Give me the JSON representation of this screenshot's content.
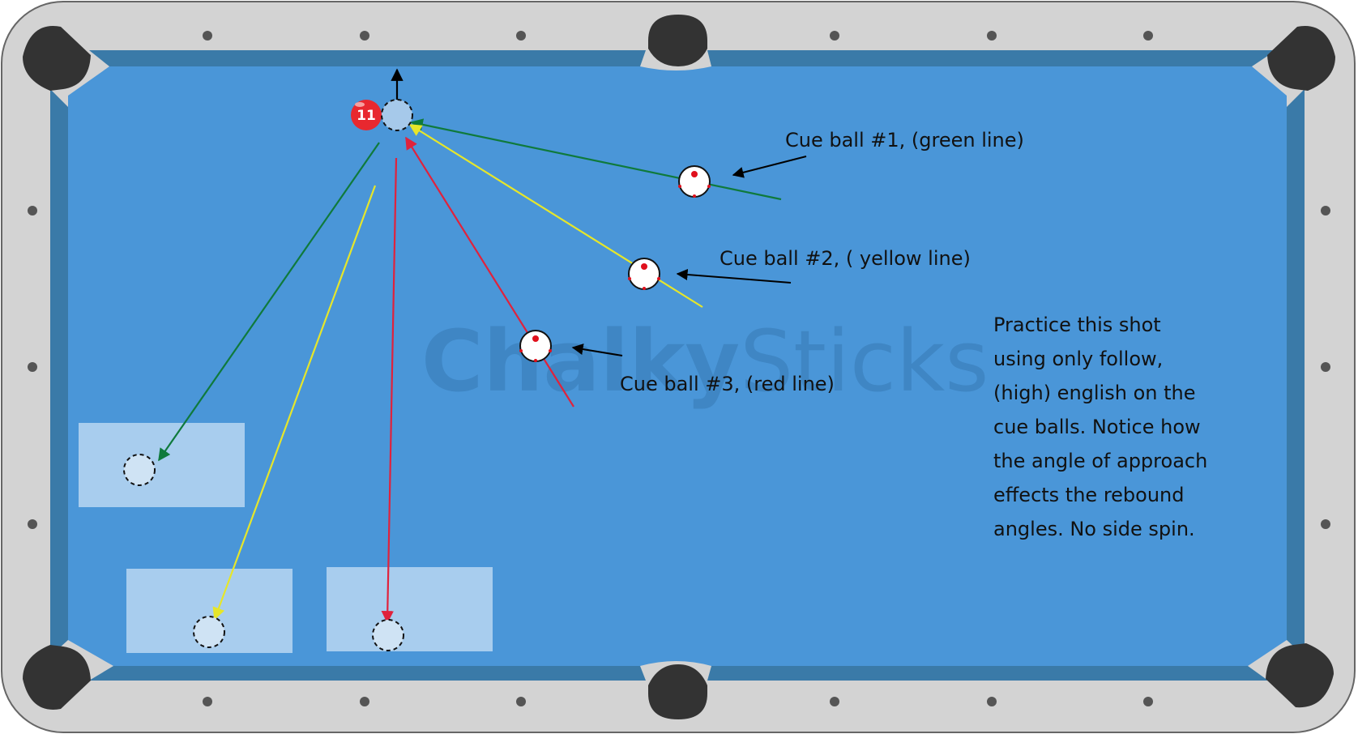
{
  "watermark": {
    "part1": "Chalky",
    "part2": "Sticks"
  },
  "object_ball": {
    "number": "11"
  },
  "labels": {
    "cue1": "Cue ball #1, (green line)",
    "cue2": "Cue ball #2, ( yellow line)",
    "cue3": "Cue ball #3, (red line)"
  },
  "practice_note": [
    "Practice this shot",
    "using only follow,",
    "(high) english on the",
    "cue balls. Notice how",
    "the angle of approach",
    "effects the rebound",
    "angles. No side spin."
  ],
  "colors": {
    "rail": "#d3d3d3",
    "cushion": "#3a7aa8",
    "felt": "#4a96d8",
    "pocket": "#333333",
    "green_line": "#0f7a3c",
    "yellow_line": "#e6e62a",
    "red_line": "#e0223c",
    "object_ball": "#e8282f"
  },
  "icons": [
    "pocket-icon",
    "diamond-icon",
    "cue-ball-icon",
    "ghost-ball-icon",
    "object-ball-icon",
    "arrow-icon"
  ]
}
